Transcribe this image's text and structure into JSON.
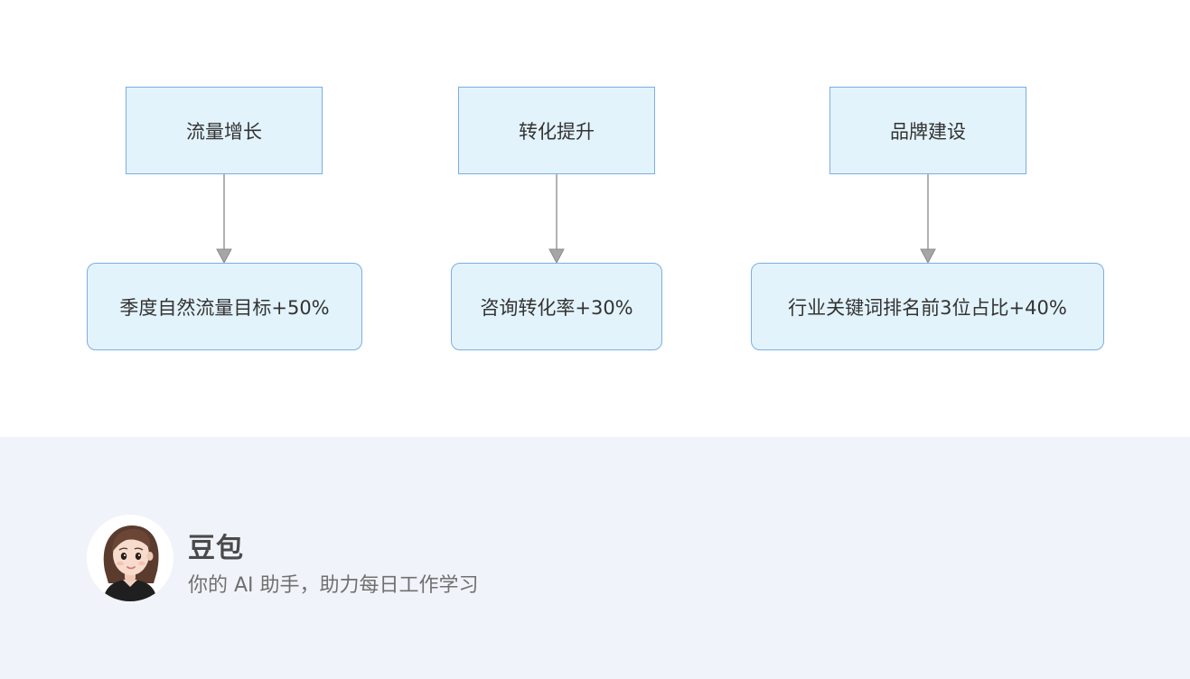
{
  "diagram": {
    "nodes": {
      "traffic_growth": "流量增长",
      "conversion_lift": "转化提升",
      "brand_building": "品牌建设",
      "traffic_target": "季度自然流量目标+50%",
      "conversion_target": "咨询转化率+30%",
      "brand_target": "行业关键词排名前3位占比+40%"
    }
  },
  "footer": {
    "brand_name": "豆包",
    "tagline": "你的 AI 助手，助力每日工作学习"
  },
  "colors": {
    "node_fill": "#e3f3fb",
    "node_border": "#7aaee6",
    "arrow": "#999999",
    "footer_bg": "#f0f3f9"
  }
}
